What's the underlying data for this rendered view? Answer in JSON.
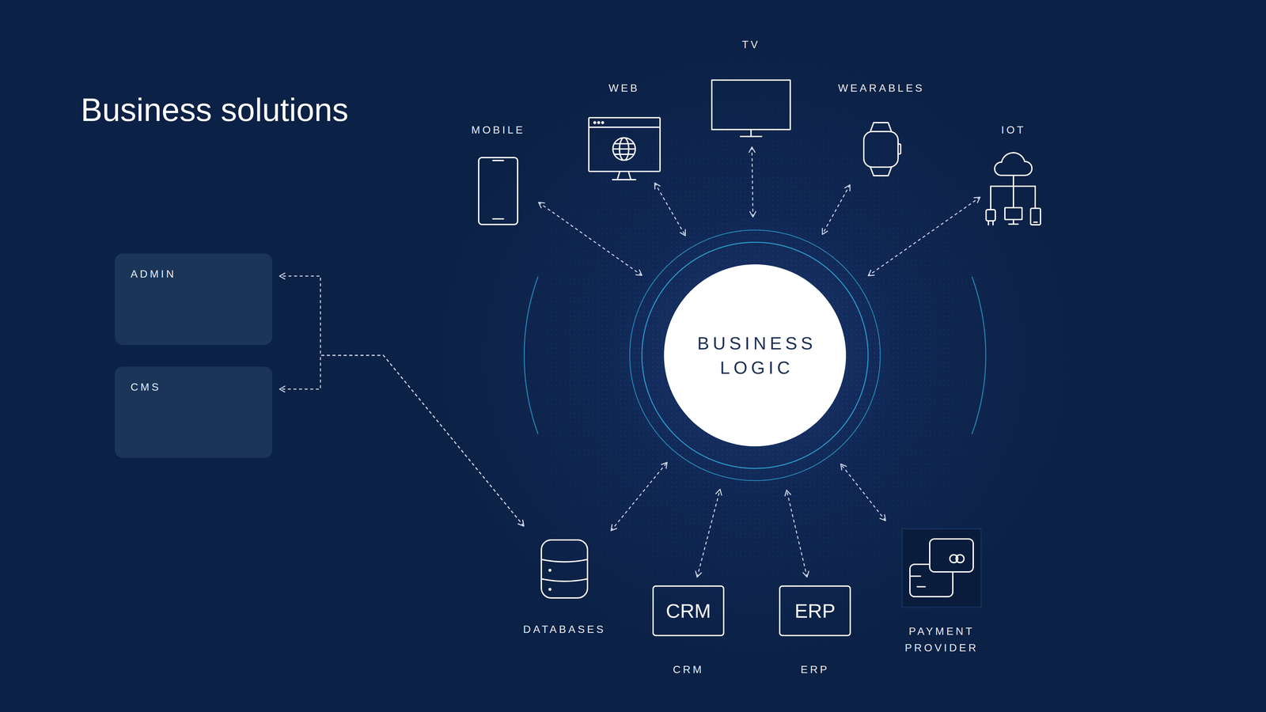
{
  "diagram": {
    "title": "Business solutions",
    "nodes": [
      {
        "text": [
          "TV"
        ]
      },
      {
        "text": [
          "WEB"
        ]
      },
      {
        "text": [
          "WEARABLES"
        ]
      },
      {
        "text": [
          "MOBILE"
        ]
      },
      {
        "text": [
          "IOT"
        ]
      },
      {
        "text": [
          "ADMIN"
        ]
      },
      {
        "text": [
          "BUSINESS LOGIC"
        ]
      },
      {
        "text": [
          "CMS"
        ]
      },
      {
        "text": [
          "DATABASES"
        ]
      },
      {
        "text": [
          "CRM",
          "CRM"
        ]
      },
      {
        "text": [
          "ERP",
          "ERP"
        ]
      },
      {
        "text": [
          "PAYMENT PROVIDER"
        ]
      }
    ],
    "edges": [
      {
        "from": 3,
        "to": 6,
        "arrow": "both"
      },
      {
        "from": 1,
        "to": 6,
        "arrow": "both"
      },
      {
        "from": 0,
        "to": 6,
        "arrow": "both"
      },
      {
        "from": 2,
        "to": 6,
        "arrow": "both"
      },
      {
        "from": 4,
        "to": 6,
        "arrow": "both"
      },
      {
        "from": 8,
        "to": 6,
        "arrow": "both"
      },
      {
        "from": 9,
        "to": 6,
        "arrow": "both"
      },
      {
        "from": 10,
        "to": 6,
        "arrow": "both"
      },
      {
        "from": 11,
        "to": 6,
        "arrow": "both"
      },
      {
        "from": 8,
        "to": 5,
        "arrow": "both"
      },
      {
        "from": 8,
        "to": 7,
        "arrow": "both"
      }
    ]
  }
}
